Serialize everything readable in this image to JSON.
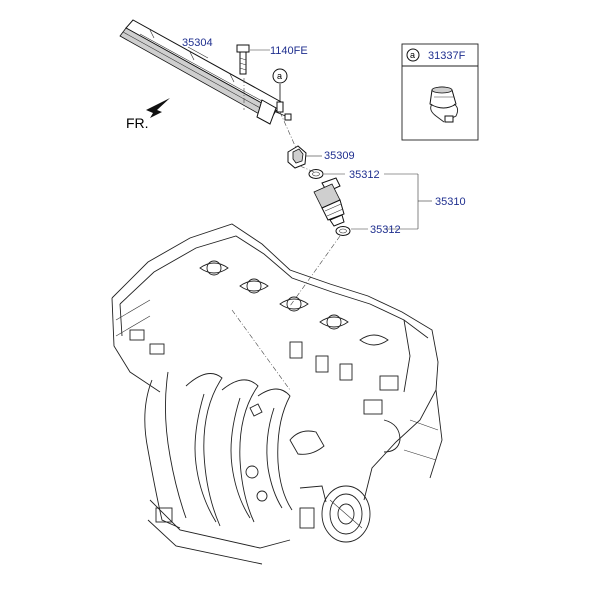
{
  "labels": {
    "fuel_rail": "35304",
    "bolt": "1140FE",
    "clip": "35309",
    "oring_top": "35312",
    "oring_bottom": "35312",
    "injector_assy": "35310",
    "inset_part": "31337F",
    "ref_letter": "a",
    "inset_letter": "a",
    "front_marker": "FR."
  },
  "colors": {
    "part_number": "#1f2f8f",
    "line": "#222222",
    "background": "#ffffff"
  }
}
